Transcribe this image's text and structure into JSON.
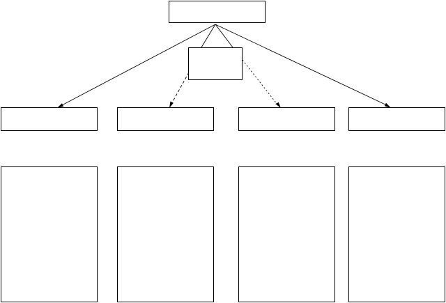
{
  "diagram": {
    "nodes": [
      {
        "id": "root",
        "label": ""
      },
      {
        "id": "mid",
        "label": ""
      },
      {
        "id": "head-1",
        "label": ""
      },
      {
        "id": "head-2",
        "label": ""
      },
      {
        "id": "head-3",
        "label": ""
      },
      {
        "id": "head-4",
        "label": ""
      },
      {
        "id": "panel-1",
        "label": ""
      },
      {
        "id": "panel-2",
        "label": ""
      },
      {
        "id": "panel-3",
        "label": ""
      },
      {
        "id": "panel-4",
        "label": ""
      }
    ],
    "edges": [
      {
        "from": "root",
        "to": "head-1",
        "style": "solid",
        "arrow": true
      },
      {
        "from": "root",
        "to": "head-4",
        "style": "solid",
        "arrow": true
      },
      {
        "from": "root",
        "to": "mid",
        "style": "solid",
        "arrow": false
      },
      {
        "from": "root",
        "to": "mid",
        "style": "solid",
        "arrow": false
      },
      {
        "from": "mid",
        "to": "head-2",
        "style": "dashed",
        "arrow": true
      },
      {
        "from": "mid",
        "to": "head-3",
        "style": "dotted",
        "arrow": true
      }
    ]
  }
}
